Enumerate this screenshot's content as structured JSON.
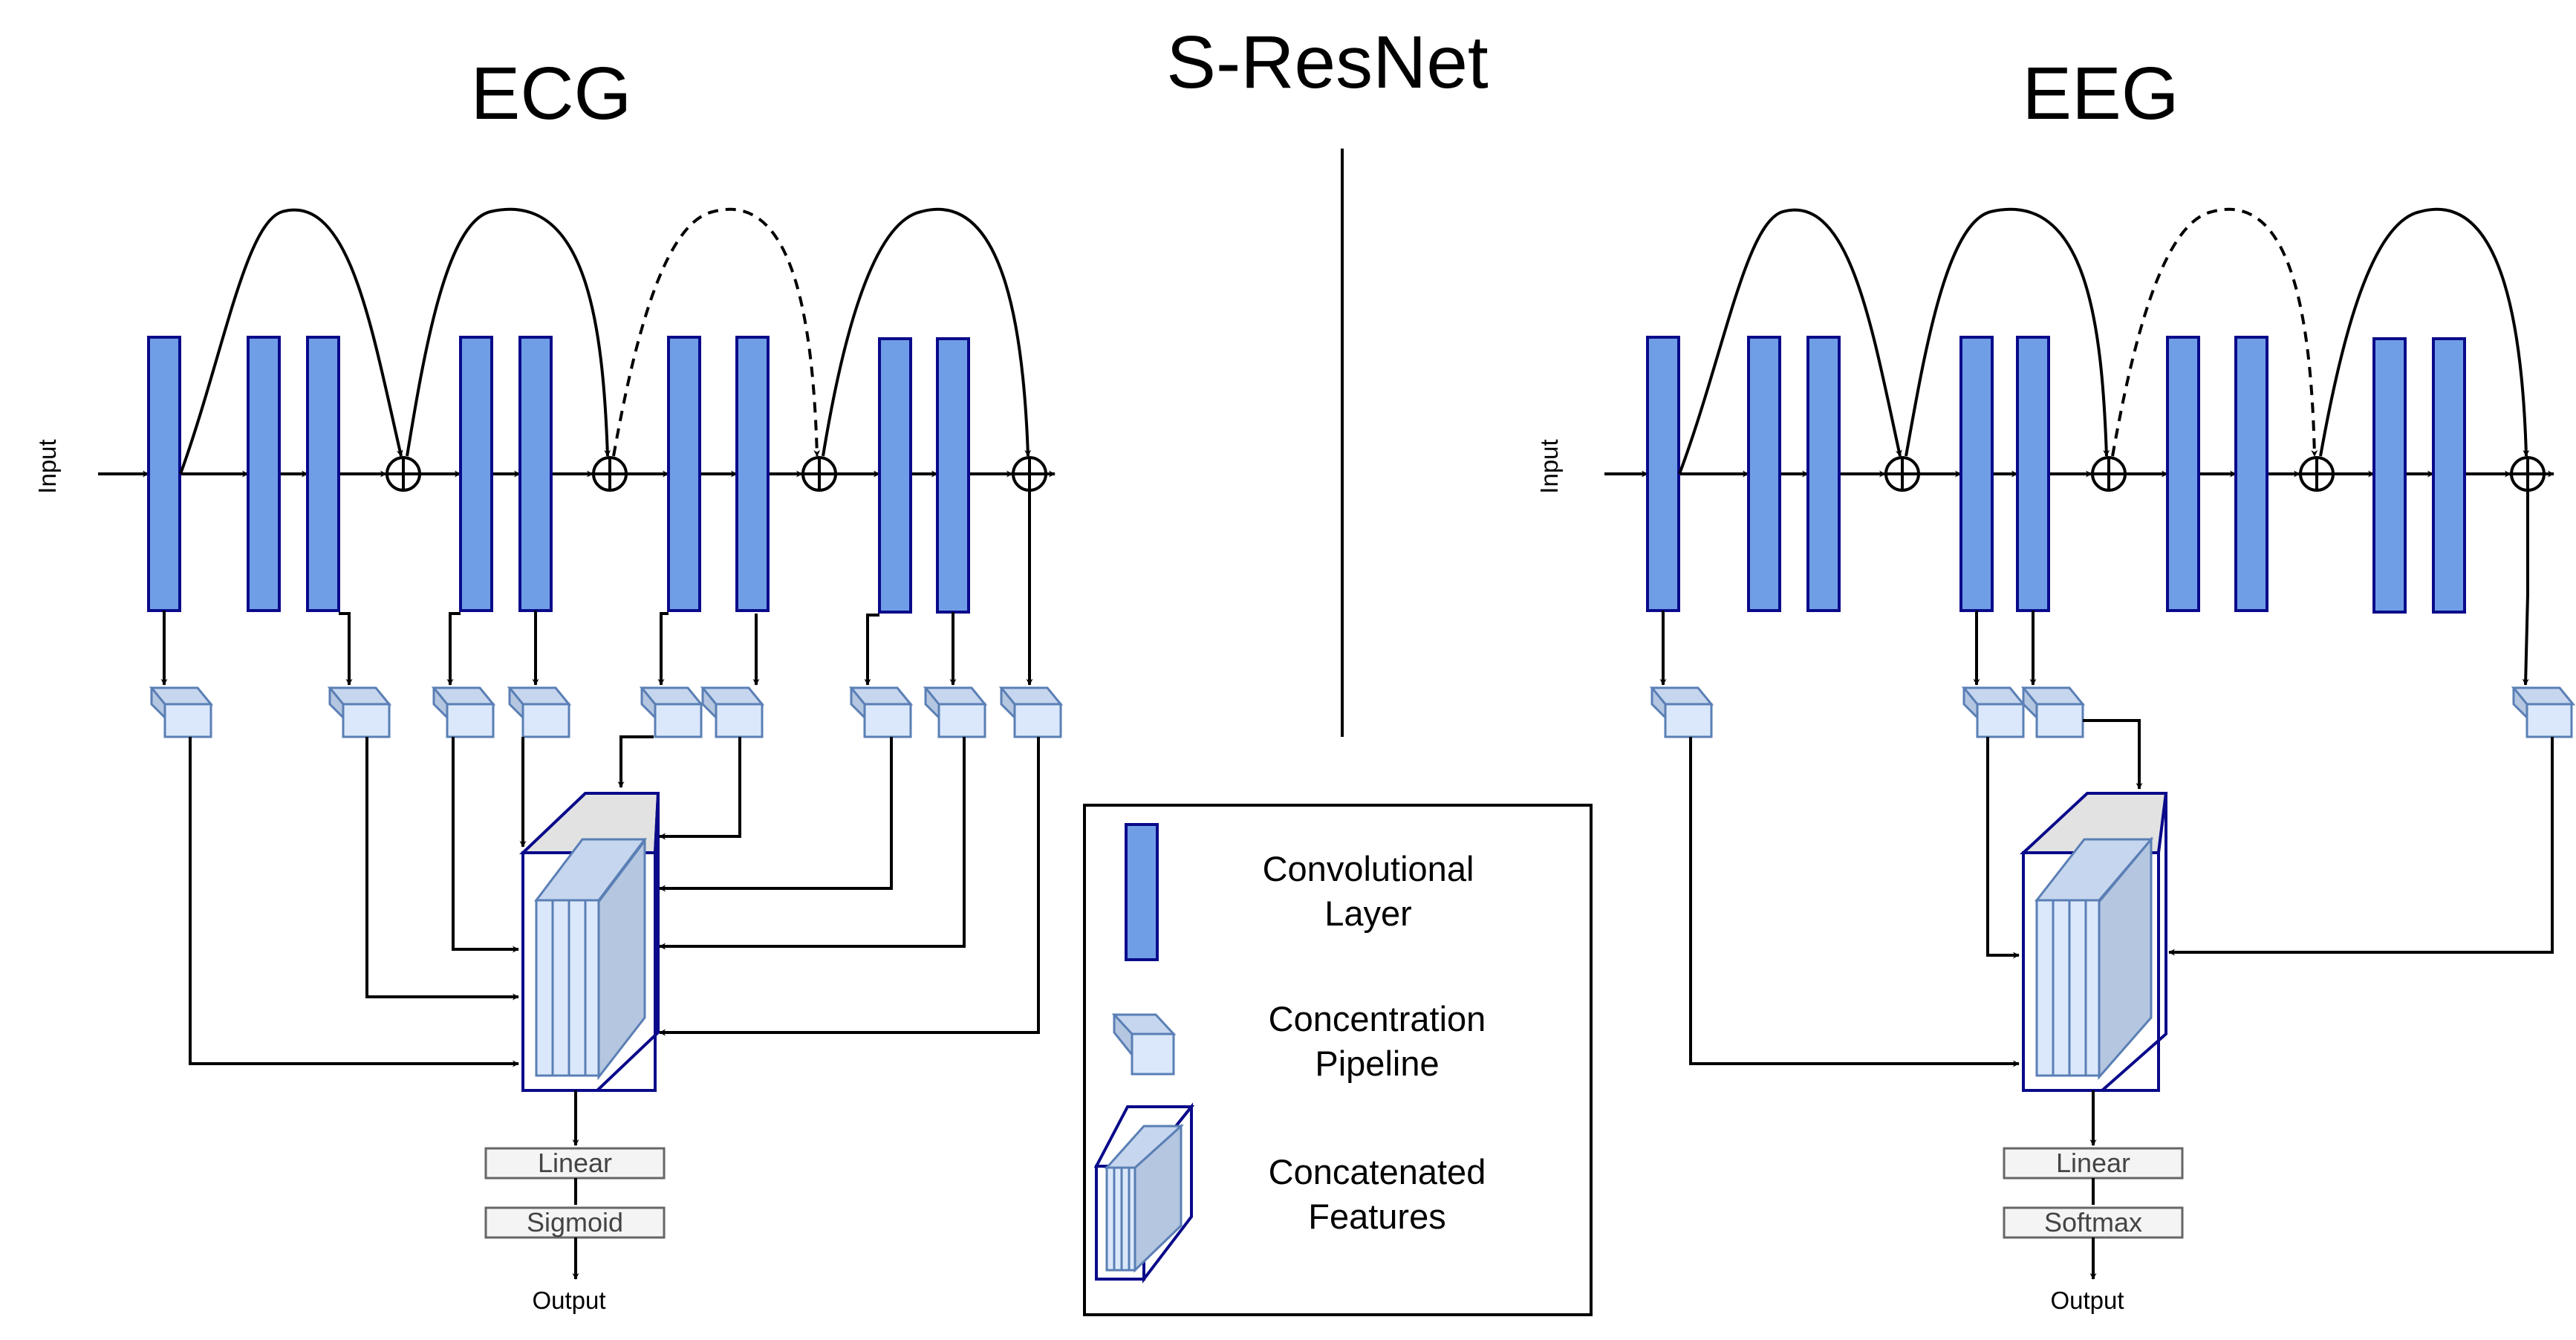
{
  "title": "S-ResNet",
  "legend": {
    "conv": [
      "Convolutional",
      "Layer"
    ],
    "pipe": [
      "Concentration",
      "Pipeline"
    ],
    "concat": [
      "Concatenated",
      "Features"
    ]
  },
  "ecg": {
    "title": "ECG",
    "input": "Input",
    "linear": "Linear",
    "activation": "Sigmoid",
    "output": "Output"
  },
  "eeg": {
    "title": "EEG",
    "input": "Input",
    "linear": "Linear",
    "activation": "Softmax",
    "output": "Output"
  },
  "colors": {
    "conv_fill": "#6f9ee6",
    "conv_stroke": "#0a0a8a",
    "cube_front": "#dbe8fb",
    "cube_side": "#b4c6e0",
    "cube_stroke": "#5a7fb5"
  }
}
